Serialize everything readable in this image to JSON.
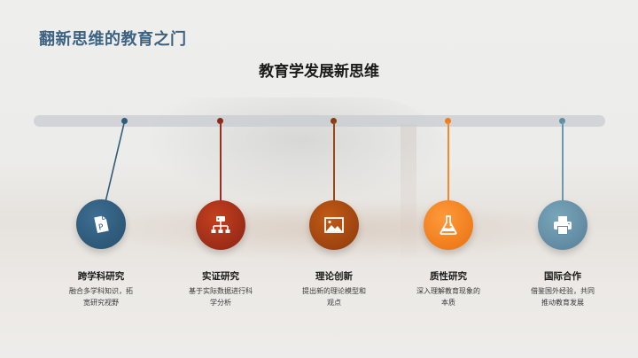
{
  "slide": {
    "title": "翻新思维的教育之门",
    "subtitle": "教育学发展新思维"
  },
  "colors": {
    "title": "#3d6382",
    "track": "#cdd0d4"
  },
  "timeline": [
    {
      "label": "跨学科研究",
      "description": "融合多学科知识，拓宽研究视野",
      "desc_line1": "融合多学科知识，拓",
      "desc_line2": "宽研究视野",
      "icon": "document-p-icon",
      "color": "#2f5c7c"
    },
    {
      "label": "实证研究",
      "description": "基于实际数据进行科学分析",
      "desc_line1": "基于实际数据进行科",
      "desc_line2": "学分析",
      "icon": "hierarchy-icon",
      "color": "#a8321c"
    },
    {
      "label": "理论创新",
      "description": "提出新的理论模型和观点",
      "desc_line1": "提出新的理论模型和",
      "desc_line2": "观点",
      "icon": "image-icon",
      "color": "#a5460f"
    },
    {
      "label": "质性研究",
      "description": "深入理解教育现象的本质",
      "desc_line1": "深入理解教育现象的",
      "desc_line2": "本质",
      "icon": "flask-icon",
      "color": "#f07d1a"
    },
    {
      "label": "国际合作",
      "description": "借鉴国外经验，共同推动教育发展",
      "desc_line1": "借鉴国外经验，共同",
      "desc_line2": "推动教育发展",
      "icon": "printer-icon",
      "color": "#5e8ea6"
    }
  ]
}
